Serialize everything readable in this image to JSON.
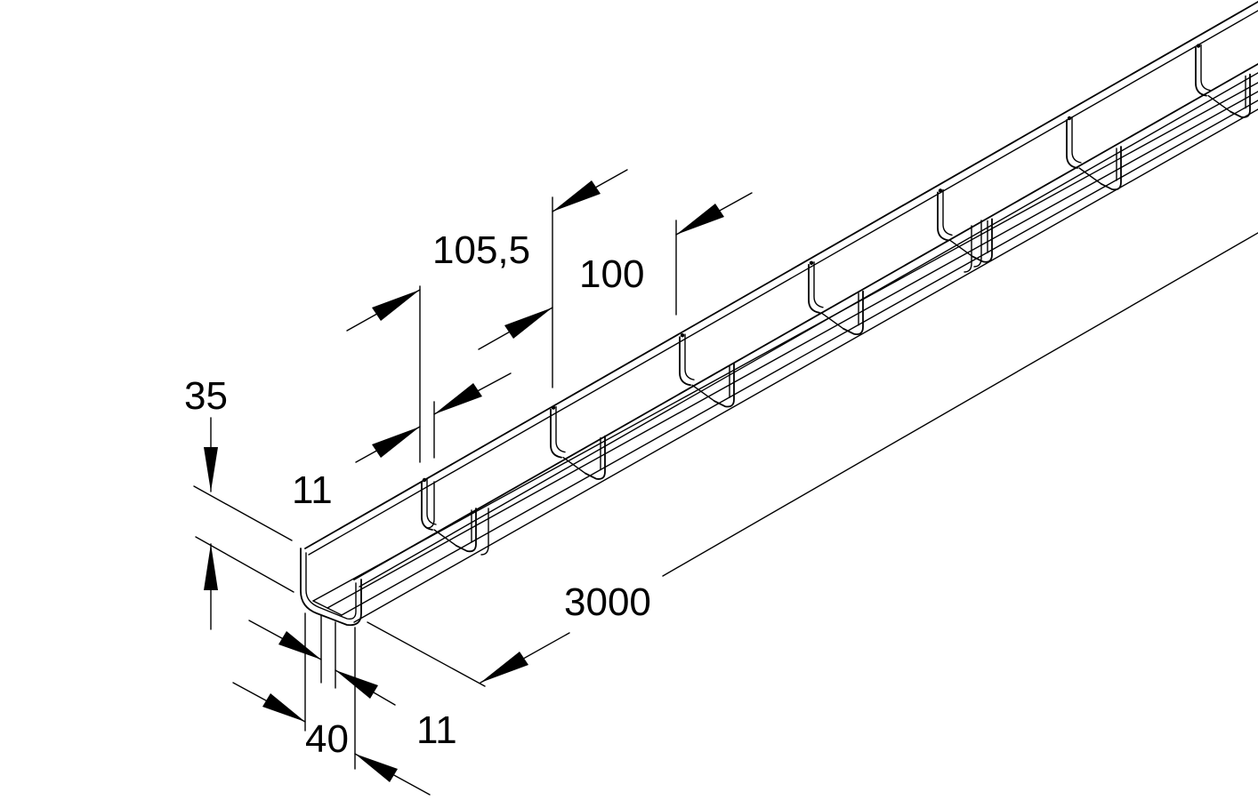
{
  "dimensions": {
    "height_label": "35",
    "wire_gap_left_label": "11",
    "pitch_outer_label": "105,5",
    "pitch_inner_label": "100",
    "length_label": "3000",
    "width_label": "40",
    "wire_gap_bottom_label": "11"
  }
}
